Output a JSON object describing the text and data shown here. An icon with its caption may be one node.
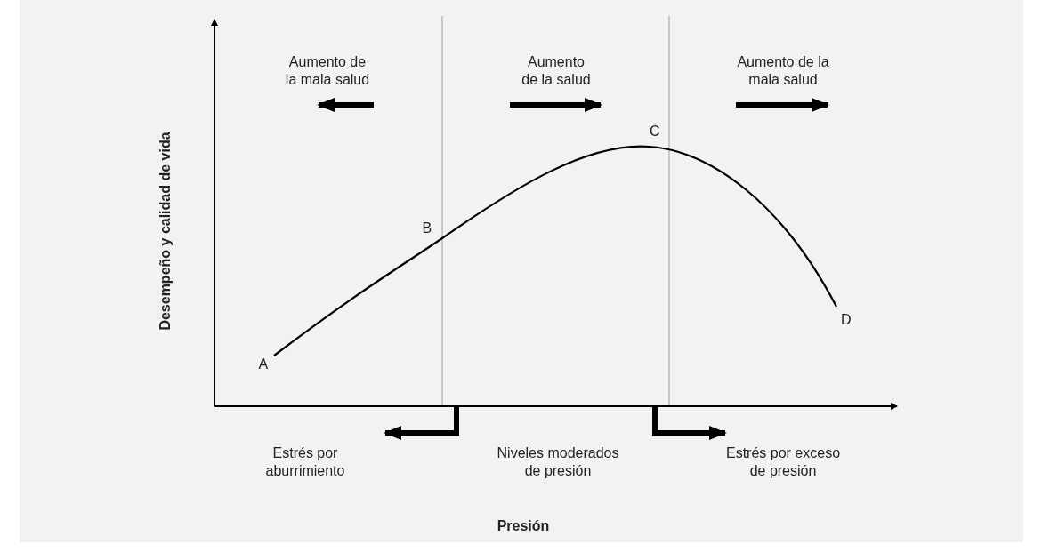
{
  "diagram": {
    "labels": [
      "Desempeño y calidad de vida",
      "Aumento de la mala salud",
      "Aumento de la salud",
      "Aumento de la mala salud",
      "C",
      "B",
      "D",
      "A",
      "Estrés por aburrimiento",
      "Niveles moderados de presión",
      "Estrés por exceso de presión",
      "Presión"
    ]
  }
}
